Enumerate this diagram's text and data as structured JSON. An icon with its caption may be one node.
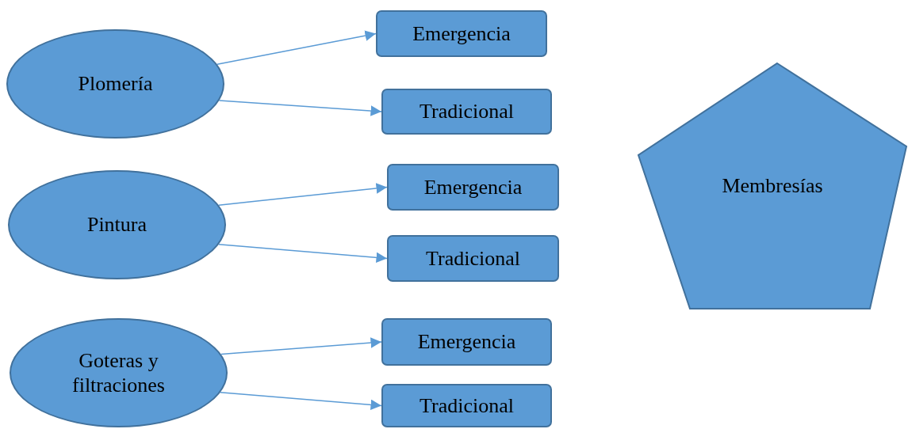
{
  "diagram": {
    "nodes": [
      {
        "text": [
          "Plomería"
        ]
      },
      {
        "text": [
          "Emergencia"
        ]
      },
      {
        "text": [
          "Tradicional"
        ]
      },
      {
        "text": [
          "Pintura"
        ]
      },
      {
        "text": [
          "Emergencia"
        ]
      },
      {
        "text": [
          "Tradicional"
        ]
      },
      {
        "text": [
          "Goteras y filtraciones"
        ]
      },
      {
        "text": [
          "Emergencia"
        ]
      },
      {
        "text": [
          "Tradicional"
        ]
      },
      {
        "text": [
          "Membresías"
        ]
      }
    ],
    "edges": [
      {
        "from": 0,
        "to": 1,
        "arrow": "to"
      },
      {
        "from": 0,
        "to": 2,
        "arrow": "to"
      },
      {
        "from": 3,
        "to": 4,
        "arrow": "to"
      },
      {
        "from": 3,
        "to": 5,
        "arrow": "to"
      },
      {
        "from": 6,
        "to": 7,
        "arrow": "to"
      },
      {
        "from": 6,
        "to": 8,
        "arrow": "to"
      }
    ]
  }
}
